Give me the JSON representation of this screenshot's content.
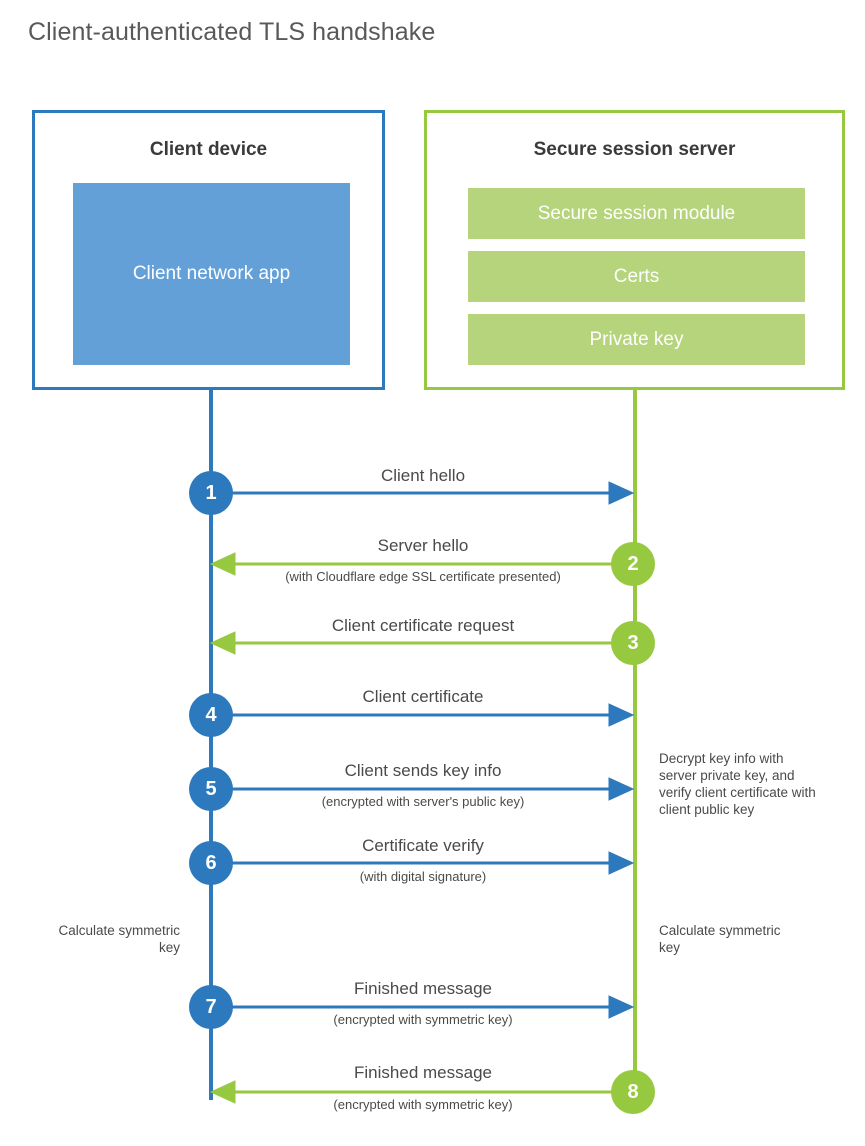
{
  "title": "Client-authenticated TLS handshake",
  "colors": {
    "blue": "#2d79bd",
    "blue_fill": "#64a0d8",
    "green": "#96c93f",
    "green_fill": "#b5d47c",
    "text": "#4a4a4a",
    "background": "#ffffff"
  },
  "client_panel": {
    "title": "Client device",
    "app_label": "Client network app"
  },
  "server_panel": {
    "title": "Secure session server",
    "bars": [
      {
        "label": "Secure session module"
      },
      {
        "label": "Certs"
      },
      {
        "label": "Private key"
      }
    ]
  },
  "steps": [
    {
      "number": "1",
      "direction": "right",
      "actor": "client",
      "main": "Client hello",
      "sub": ""
    },
    {
      "number": "2",
      "direction": "left",
      "actor": "server",
      "main": "Server hello",
      "sub": "(with Cloudflare edge SSL certificate presented)"
    },
    {
      "number": "3",
      "direction": "left",
      "actor": "server",
      "main": "Client certificate request",
      "sub": ""
    },
    {
      "number": "4",
      "direction": "right",
      "actor": "client",
      "main": "Client certificate",
      "sub": ""
    },
    {
      "number": "5",
      "direction": "right",
      "actor": "client",
      "main": "Client sends key info",
      "sub": "(encrypted with server's public key)"
    },
    {
      "number": "6",
      "direction": "right",
      "actor": "client",
      "main": "Certificate verify",
      "sub": "(with digital signature)"
    },
    {
      "number": "7",
      "direction": "right",
      "actor": "client",
      "main": "Finished message",
      "sub": "(encrypted with symmetric key)"
    },
    {
      "number": "8",
      "direction": "left",
      "actor": "server",
      "main": "Finished message",
      "sub": "(encrypted with symmetric key)"
    }
  ],
  "notes": {
    "server_decrypt": "Decrypt key info with server private key, and verify client certificate with client public key",
    "client_calculate": "Calculate symmetric key",
    "server_calculate": "Calculate symmetric key"
  }
}
